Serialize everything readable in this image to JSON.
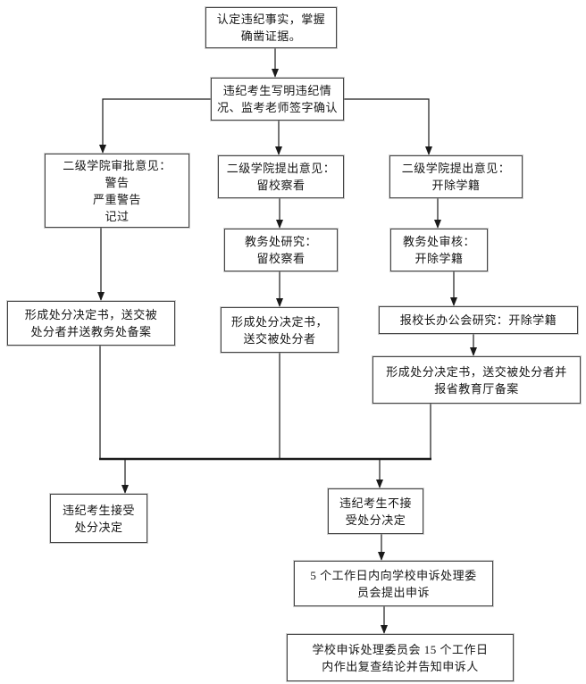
{
  "colors": {
    "background": "#ffffff",
    "line": "#1a1a1a",
    "box_border": "#454545",
    "text": "#151515"
  },
  "nodes": {
    "facts": {
      "lines": [
        "认定违纪事实，掌握",
        "确凿证据。"
      ]
    },
    "statement": {
      "lines": [
        "违纪考生写明违纪情",
        "况、监考老师签字确认"
      ]
    },
    "college_warning": {
      "lines": [
        "二级学院审批意见：",
        "警告",
        "严重警告",
        "记过"
      ]
    },
    "college_probation": {
      "lines": [
        "二级学院提出意见：",
        "留校察看"
      ]
    },
    "college_expulsion": {
      "lines": [
        "二级学院提出意见：",
        "开除学籍"
      ]
    },
    "office_probation": {
      "lines": [
        "教务处研究：",
        "留校察看"
      ]
    },
    "office_expulsion": {
      "lines": [
        "教务处审核：",
        "开除学籍"
      ]
    },
    "decision_warning": {
      "lines": [
        "形成处分决定书，送交被",
        "处分者并送教务处备案"
      ]
    },
    "decision_probation": {
      "lines": [
        "形成处分决定书，",
        "送交被处分者"
      ]
    },
    "president_meeting": {
      "lines": [
        "报校长办公会研究：开除学籍"
      ]
    },
    "decision_expulsion": {
      "lines": [
        "形成处分决定书，送交被处分者并",
        "报省教育厅备案"
      ]
    },
    "accept": {
      "lines": [
        "违纪考生接受",
        "处分决定"
      ]
    },
    "reject": {
      "lines": [
        "违纪考生不接",
        "受处分决定"
      ]
    },
    "appeal": {
      "lines": [
        "5 个工作日内向学校申诉处理委",
        "员会提出申诉"
      ]
    },
    "review": {
      "lines": [
        "学校申诉处理委员会 15 个工作日",
        "内作出复查结论并告知申诉人"
      ]
    }
  }
}
